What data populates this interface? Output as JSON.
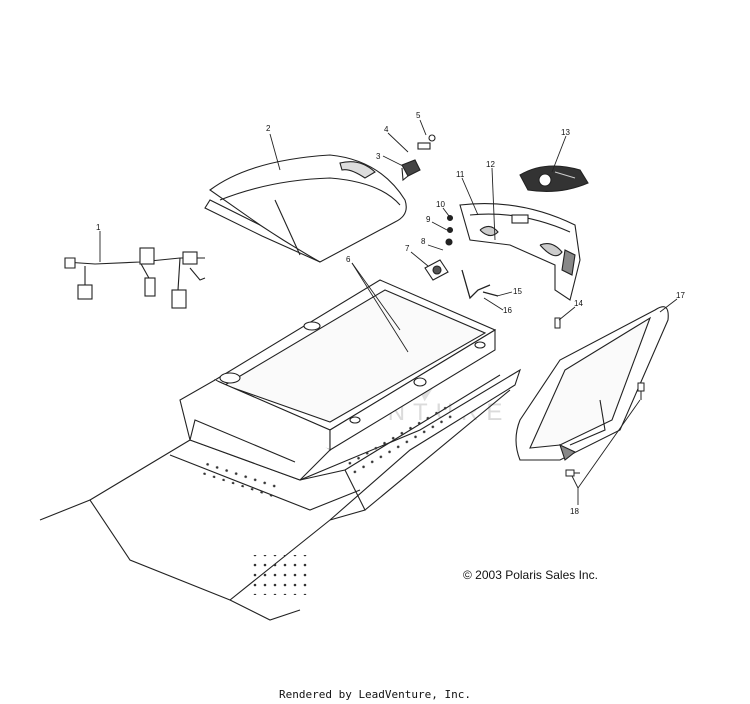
{
  "diagram": {
    "callouts": [
      "1",
      "2",
      "3",
      "4",
      "5",
      "6",
      "7",
      "8",
      "9",
      "10",
      "11",
      "12",
      "13",
      "14",
      "15",
      "16",
      "17",
      "18"
    ],
    "watermark": "LEADVENTURE",
    "copyright": "© 2003 Polaris Sales Inc.",
    "footer": "Rendered by LeadVenture, Inc."
  }
}
